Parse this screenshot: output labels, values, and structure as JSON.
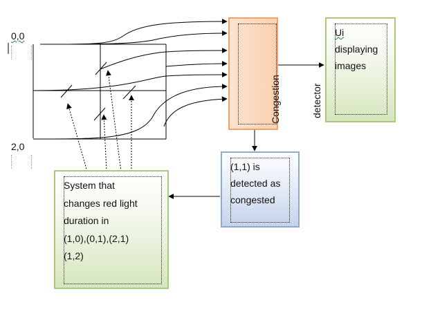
{
  "labels": {
    "origin": "0,0",
    "corner": "2,0"
  },
  "nodes": {
    "congestion_detector": {
      "line1": "Congestion",
      "line2": "detector"
    },
    "ui_display": {
      "line1": "Ui",
      "line2": "displaying",
      "line3": "images"
    },
    "congested_notice": {
      "line1": "(1,1) is",
      "line2": "detected as",
      "line3": "congested"
    },
    "light_system": {
      "line1": "System that",
      "line2": "changes red light",
      "line3": "duration in",
      "line4": "(1,0),(0,1),(2,1)",
      "line5": "(1,2)"
    }
  },
  "colors": {
    "detector_border": "#f2a36b",
    "ui_border": "#a9c97b",
    "notice_border": "#8eaad4",
    "system_border": "#a9c97b"
  }
}
